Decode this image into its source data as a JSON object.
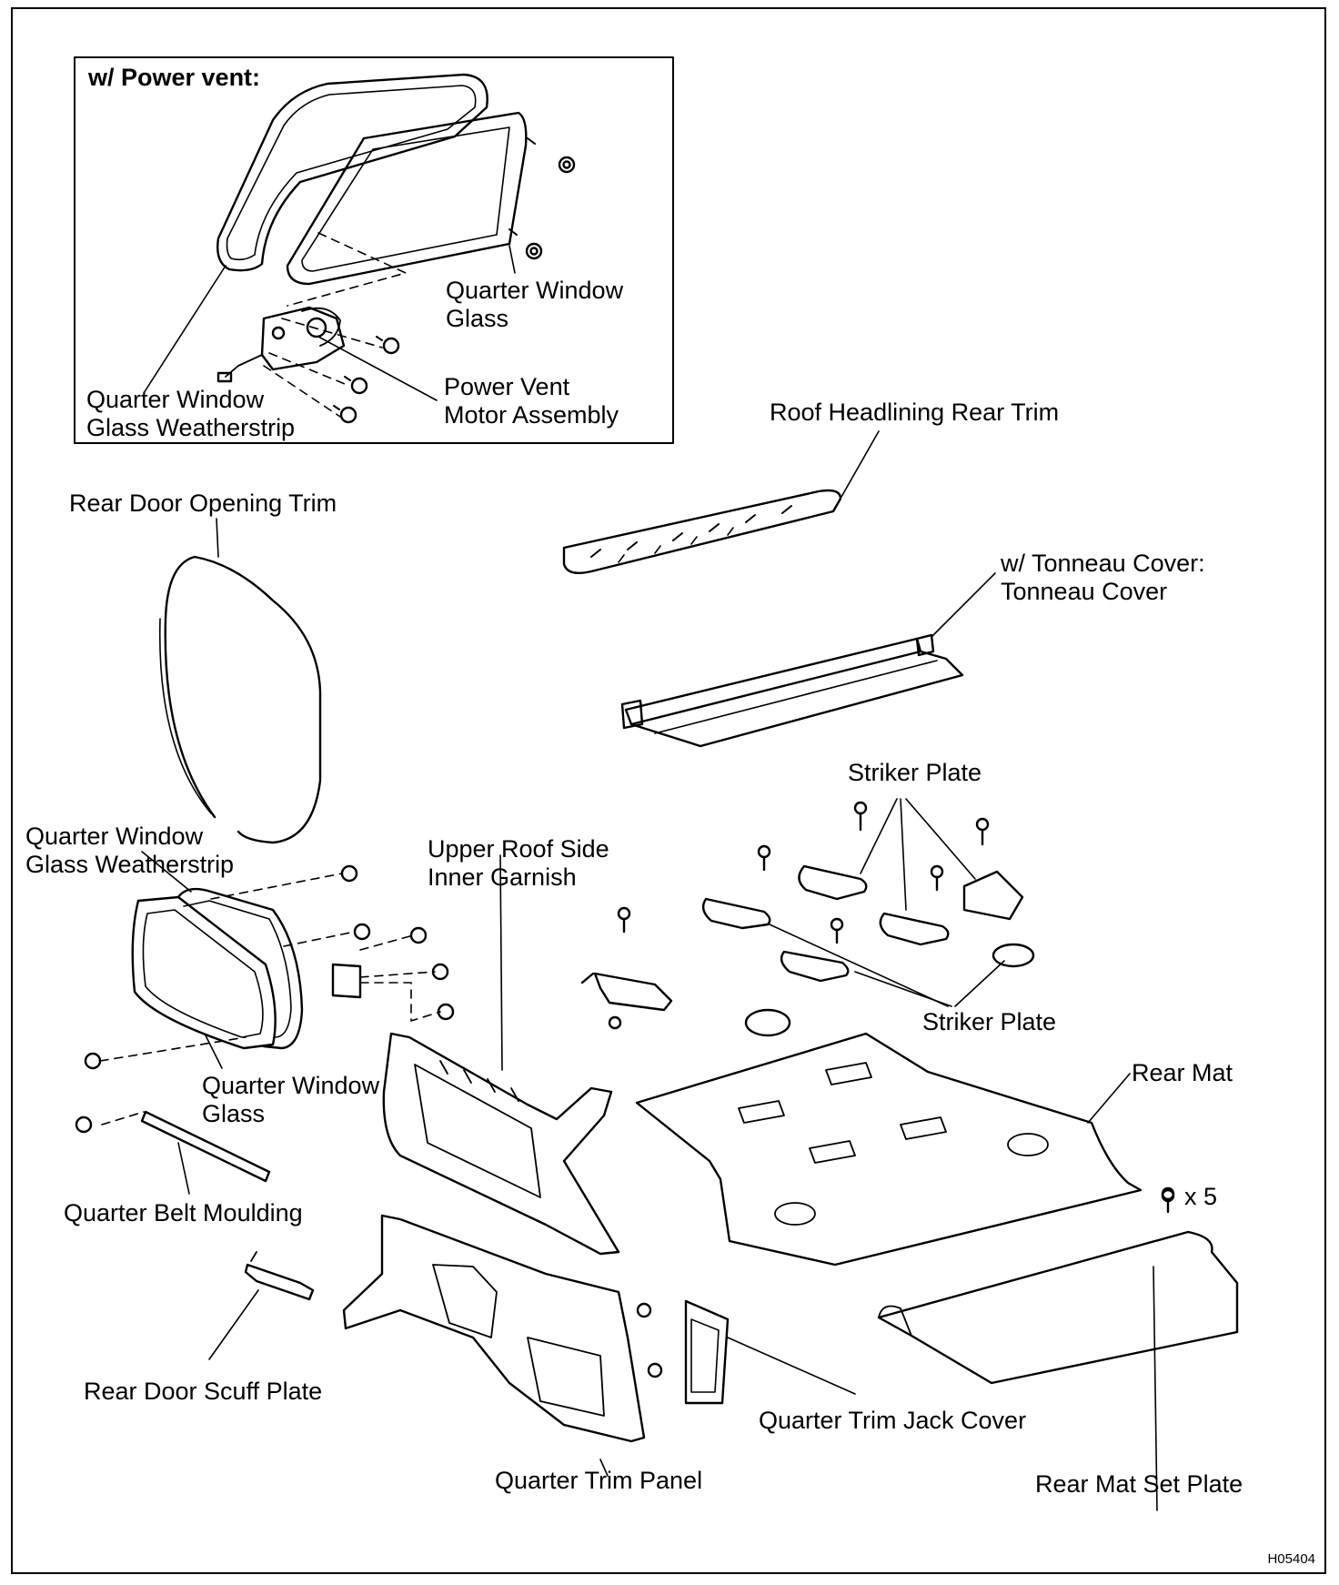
{
  "figure_code": "H05404",
  "inset": {
    "title": "w/ Power vent:",
    "labels": {
      "quarter_window_glass": [
        "Quarter Window",
        "Glass"
      ],
      "power_vent_motor": [
        "Power Vent",
        "Motor Assembly"
      ],
      "weatherstrip": [
        "Quarter Window",
        "Glass Weatherstrip"
      ]
    }
  },
  "labels": {
    "roof_headlining_rear_trim": "Roof Headlining Rear Trim",
    "rear_door_opening_trim": "Rear Door Opening Trim",
    "tonneau_cover": [
      "w/ Tonneau Cover:",
      "Tonneau Cover"
    ],
    "striker_plate_top": "Striker Plate",
    "quarter_window_glass_weatherstrip": [
      "Quarter Window",
      "Glass Weatherstrip"
    ],
    "upper_roof_side_inner_garnish": [
      "Upper Roof Side",
      "Inner Garnish"
    ],
    "striker_plate_bottom": "Striker Plate",
    "rear_mat": "Rear Mat",
    "quarter_window_glass": [
      "Quarter Window",
      "Glass"
    ],
    "quarter_belt_moulding": "Quarter Belt Moulding",
    "bolt_count": "x 5",
    "rear_door_scuff_plate": "Rear Door Scuff Plate",
    "quarter_trim_jack_cover": "Quarter Trim Jack Cover",
    "quarter_trim_panel": "Quarter Trim Panel",
    "rear_mat_set_plate": "Rear Mat Set Plate"
  }
}
